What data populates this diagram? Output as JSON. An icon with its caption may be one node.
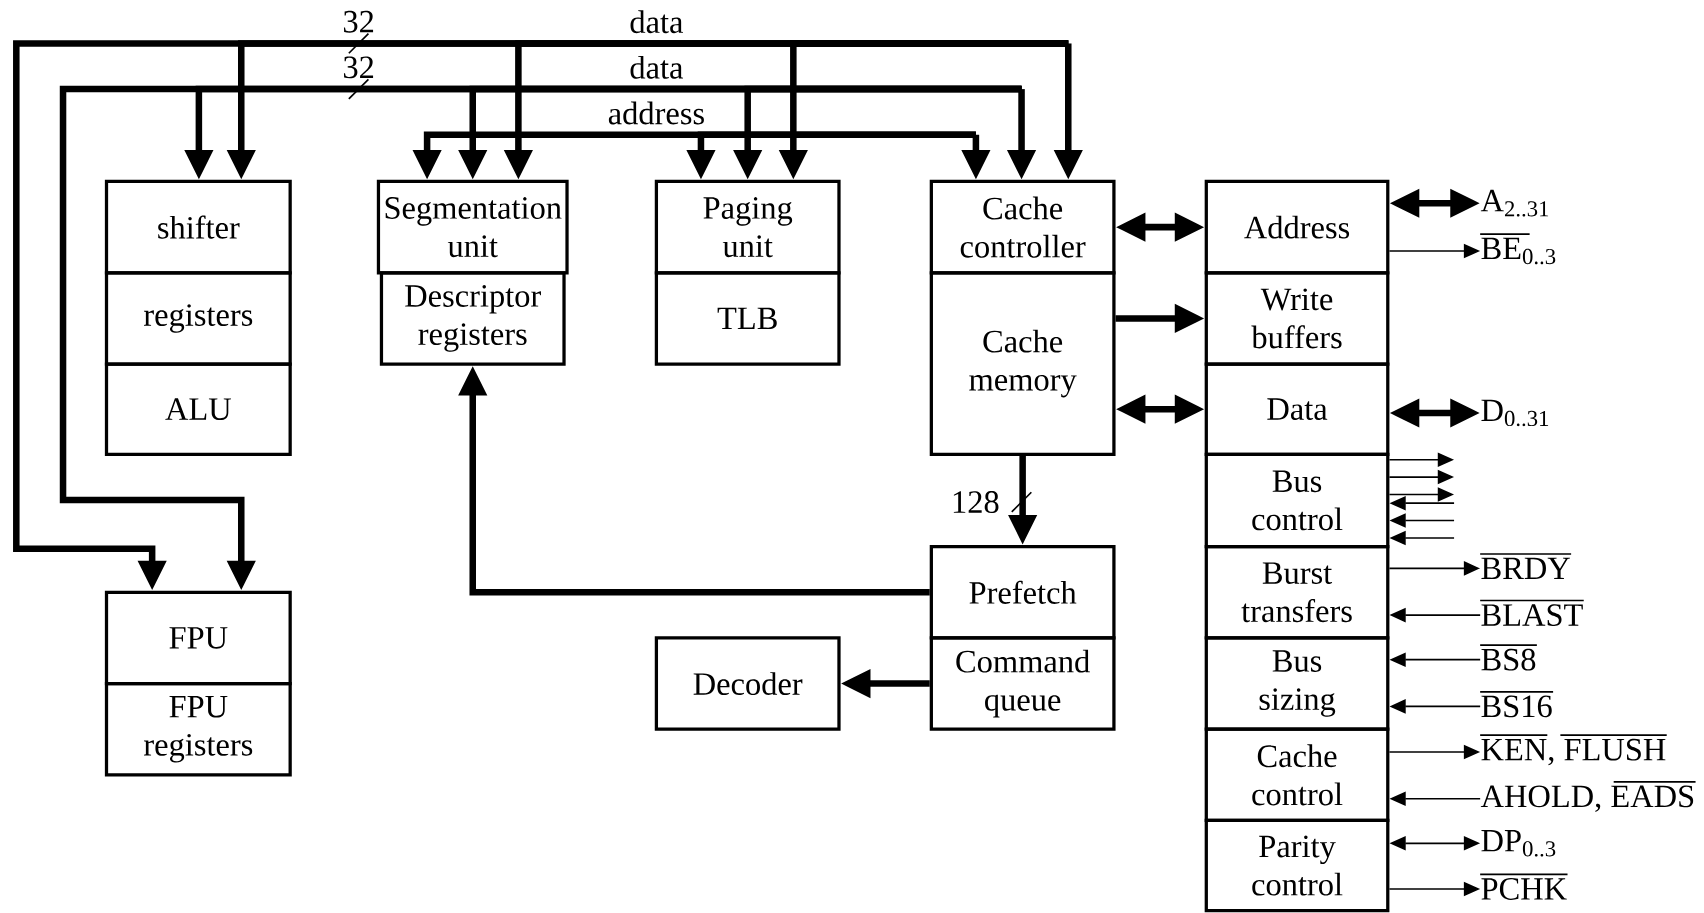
{
  "diagram": {
    "nodes": [
      {
        "text": [
          "shifter"
        ]
      },
      {
        "text": [
          "registers"
        ]
      },
      {
        "text": [
          "ALU"
        ]
      },
      {
        "text": [
          "FPU"
        ]
      },
      {
        "text": [
          "FPU registers"
        ]
      },
      {
        "text": [
          "Segmentation unit"
        ]
      },
      {
        "text": [
          "Descriptor registers"
        ]
      },
      {
        "text": [
          "Paging unit"
        ]
      },
      {
        "text": [
          "TLB"
        ]
      },
      {
        "text": [
          "Cache controller"
        ]
      },
      {
        "text": [
          "Cache memory"
        ]
      },
      {
        "text": [
          "Prefetch"
        ]
      },
      {
        "text": [
          "Command queue"
        ]
      },
      {
        "text": [
          "Decoder"
        ]
      },
      {
        "text": [
          "Address"
        ]
      },
      {
        "text": [
          "Write buffers"
        ]
      },
      {
        "text": [
          "Data"
        ]
      },
      {
        "text": [
          "Bus control"
        ]
      },
      {
        "text": [
          "Burst transfers"
        ]
      },
      {
        "text": [
          "Bus sizing"
        ]
      },
      {
        "text": [
          "Cache control"
        ]
      },
      {
        "text": [
          "Parity control"
        ]
      },
      {
        "text": [
          "A$_{2..31}$"
        ]
      },
      {
        "text": [
          "BE$_{0..3}$"
        ]
      },
      {
        "text": [
          "D$_{0..31}$"
        ]
      },
      {
        "text": [
          "BRDY"
        ]
      },
      {
        "text": [
          "BLAST"
        ]
      },
      {
        "text": [
          "BS8"
        ]
      },
      {
        "text": [
          "BS16"
        ]
      },
      {
        "text": [
          "KEN, FLUSH"
        ]
      },
      {
        "text": [
          "AHOLD, EADS"
        ]
      },
      {
        "text": [
          "DP$_{0..3}$"
        ]
      },
      {
        "text": [
          "PCHK"
        ]
      }
    ],
    "edges": [
      {
        "from": null,
        "to": 3,
        "arrow": "to"
      },
      {
        "from": null,
        "to": 0,
        "arrow": "to"
      },
      {
        "from": null,
        "to": 5,
        "arrow": "to"
      },
      {
        "from": null,
        "to": 7,
        "arrow": "to"
      },
      {
        "from": null,
        "to": 9,
        "arrow": "to"
      },
      {
        "from": null,
        "to": 3,
        "arrow": "to"
      },
      {
        "from": null,
        "to": 0,
        "arrow": "to"
      },
      {
        "from": null,
        "to": 5,
        "arrow": "to"
      },
      {
        "from": null,
        "to": 7,
        "arrow": "to"
      },
      {
        "from": null,
        "to": 9,
        "arrow": "to"
      },
      {
        "from": null,
        "to": 5,
        "arrow": "to"
      },
      {
        "from": null,
        "to": 7,
        "arrow": "to"
      },
      {
        "from": null,
        "to": 9,
        "arrow": "to"
      },
      {
        "from": 9,
        "to": 14,
        "arrow": "both"
      },
      {
        "from": 10,
        "to": 15,
        "arrow": "to"
      },
      {
        "from": 10,
        "to": 16,
        "arrow": "both"
      },
      {
        "from": 10,
        "to": 11,
        "arrow": "to",
        "label": "128"
      },
      {
        "from": 11,
        "to": 6,
        "arrow": "to"
      },
      {
        "from": 12,
        "to": 13,
        "arrow": "to"
      },
      {
        "from": 14,
        "to": 22,
        "arrow": "both"
      },
      {
        "from": 14,
        "to": 23,
        "arrow": "to"
      },
      {
        "from": 16,
        "to": 24,
        "arrow": "both"
      },
      {
        "from": 17,
        "to": null,
        "arrow": "to"
      },
      {
        "from": 17,
        "to": null,
        "arrow": "to"
      },
      {
        "from": 17,
        "to": null,
        "arrow": "to"
      },
      {
        "from": null,
        "to": 17,
        "arrow": "to"
      },
      {
        "from": null,
        "to": 17,
        "arrow": "to"
      },
      {
        "from": null,
        "to": 17,
        "arrow": "to"
      },
      {
        "from": 18,
        "to": 25,
        "arrow": "to"
      },
      {
        "from": 26,
        "to": 18,
        "arrow": "to"
      },
      {
        "from": 27,
        "to": 19,
        "arrow": "to"
      },
      {
        "from": 28,
        "to": 19,
        "arrow": "to"
      },
      {
        "from": 20,
        "to": 29,
        "arrow": "to"
      },
      {
        "from": 30,
        "to": 20,
        "arrow": "to"
      },
      {
        "from": 21,
        "to": 31,
        "arrow": "both"
      },
      {
        "from": 21,
        "to": 32,
        "arrow": "to"
      }
    ],
    "labels": [
      "32",
      "data",
      "32",
      "data",
      "address"
    ]
  }
}
